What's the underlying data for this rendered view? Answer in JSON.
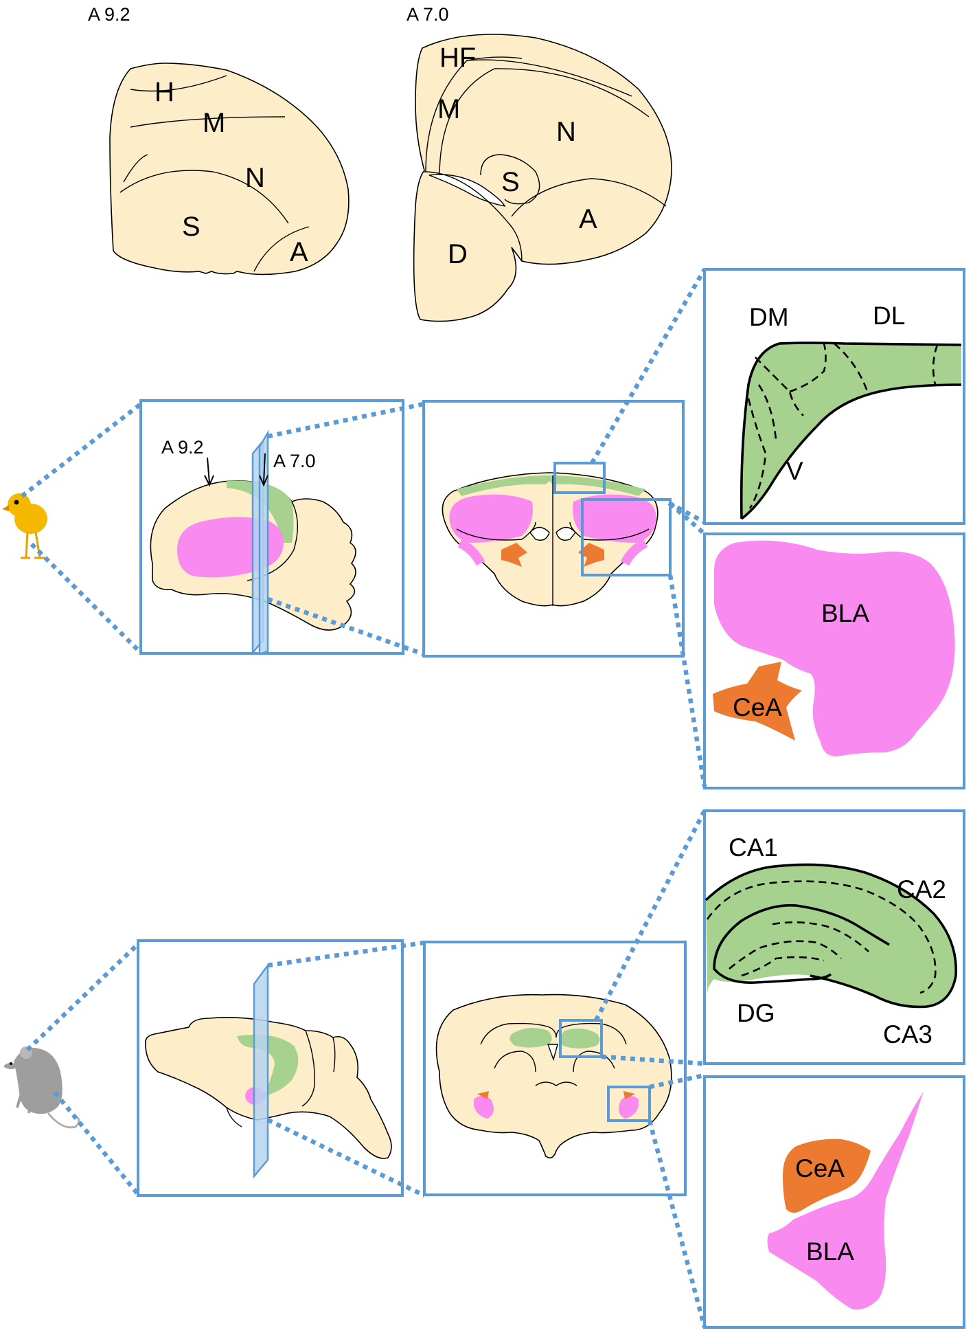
{
  "colors": {
    "tissue": "#fdedc8",
    "hippocampus": "#a6d18e",
    "basolateral_amygdala": "#f98bf0",
    "central_amygdala": "#ec7a30",
    "frame": "#5b9bd5",
    "chick": "#f5b800",
    "mouse": "#9e9e9e"
  },
  "icons": {
    "chick": "chick-icon",
    "mouse": "mouse-icon"
  },
  "sections": {
    "left": {
      "level": "A 9.2",
      "regions": [
        "H",
        "M",
        "N",
        "S",
        "A"
      ]
    },
    "right": {
      "level": "A 7.0",
      "regions": [
        "HF",
        "M",
        "N",
        "S",
        "A",
        "D"
      ]
    }
  },
  "chick_row": {
    "sagittal": {
      "plane_a": "A 9.2",
      "plane_b": "A 7.0"
    },
    "hippocampus_zoom": {
      "subregions": [
        "DM",
        "DL",
        "V"
      ]
    },
    "amygdala_zoom": {
      "nuclei": [
        "BLA",
        "CeA"
      ]
    }
  },
  "mouse_row": {
    "hippocampus_zoom": {
      "subregions": [
        "CA1",
        "CA2",
        "DG",
        "CA3"
      ]
    },
    "amygdala_zoom": {
      "nuclei": [
        "CeA",
        "BLA"
      ]
    }
  }
}
